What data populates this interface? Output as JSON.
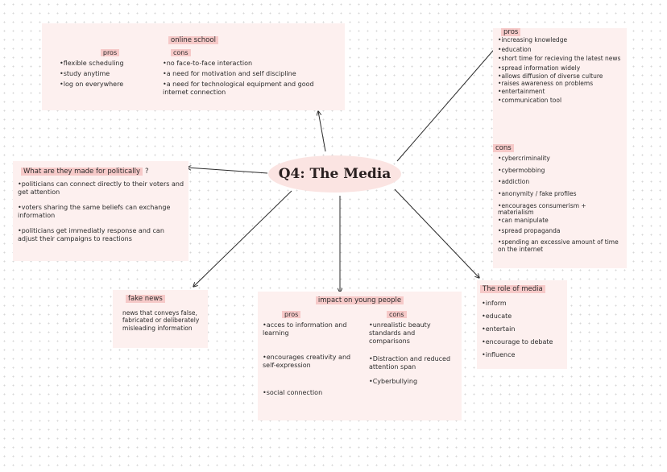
{
  "center": {
    "title": "Q4: The Media"
  },
  "online_school": {
    "title": "online school",
    "pros_title": "pros",
    "pros": [
      "flexible scheduling",
      "study anytime",
      "log on everywhere"
    ],
    "cons_title": "cons",
    "cons": [
      "no face-to-face interaction",
      "a need for motivation and self discipline",
      "a need for technological equipment and good internet connection"
    ]
  },
  "politics": {
    "title": "What are they made for politically",
    "suffix": "?",
    "items": [
      "politicians can connect directly to their voters and get attention",
      "voters sharing the same beliefs can exchange information",
      "politicians get immediatly response and can adjust their campaigns to reactions"
    ]
  },
  "fake_news": {
    "title": "fake news",
    "text": "news that conveys false, fabricated or deliberately misleading information"
  },
  "young_people": {
    "title": "impact on young people",
    "pros_title": "pros",
    "pros": [
      "acces to information and learning",
      "encourages creativity and self-expression",
      "social connection"
    ],
    "cons_title": "cons",
    "cons": [
      "unrealistic beauty standards and comparisons",
      "Distraction and reduced attention span",
      "Cyberbullying"
    ]
  },
  "role": {
    "title": "The role of media",
    "items": [
      "inform",
      "educate",
      "entertain",
      "encourage to debate",
      "influence"
    ]
  },
  "media_pc": {
    "pros_title": "pros",
    "pros": [
      "increasing knowledge",
      "education",
      "short time for recieving the latest news",
      "spread information widely",
      "allows diffusion of diverse culture",
      "raises awareness on problems",
      "entertainment",
      "communication tool"
    ],
    "cons_title": "cons",
    "cons": [
      "cybercriminality",
      "cybermobbing",
      "addiction",
      "anonymity / fake profiles",
      "encourages consumerism + materialism",
      "can manipulate",
      "spread propaganda",
      "spending an excessive amount of time on the internet"
    ]
  }
}
